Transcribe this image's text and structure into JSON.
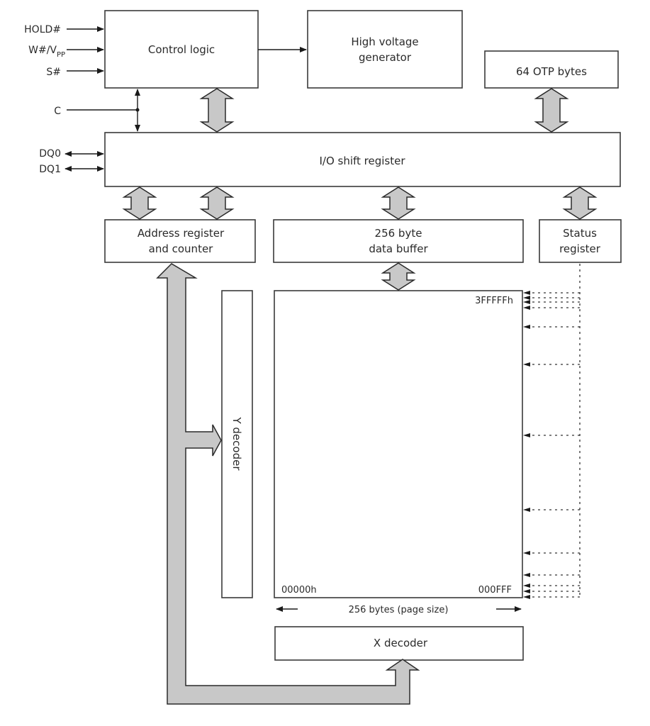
{
  "diagram": {
    "title": "Serial flash memory block diagram",
    "blocks": {
      "control_logic": "Control logic",
      "hv_generator_line1": "High voltage",
      "hv_generator_line2": "generator",
      "otp": "64 OTP bytes",
      "io_shift_register": "I/O shift register",
      "address_register_line1": "Address register",
      "address_register_line2": "and counter",
      "data_buffer_line1": "256 byte",
      "data_buffer_line2": "data buffer",
      "status_register_line1": "Status",
      "status_register_line2": "register",
      "y_decoder": "Y decoder",
      "x_decoder": "X decoder"
    },
    "signals": {
      "hold": "HOLD#",
      "write_protect": "W#/V",
      "write_protect_sub": "PP",
      "select": "S#",
      "clock": "C",
      "dq0": "DQ0",
      "dq1": "DQ1"
    },
    "memory_array": {
      "top_right_address": "3FFFFFh",
      "bottom_left_address": "00000h",
      "bottom_right_address": "000FFF",
      "width_label": "256 bytes (page size)"
    },
    "colors": {
      "bus_fill": "#c8c8c8",
      "line": "#1a1a1a",
      "box_stroke": "#3a3a3a"
    }
  }
}
